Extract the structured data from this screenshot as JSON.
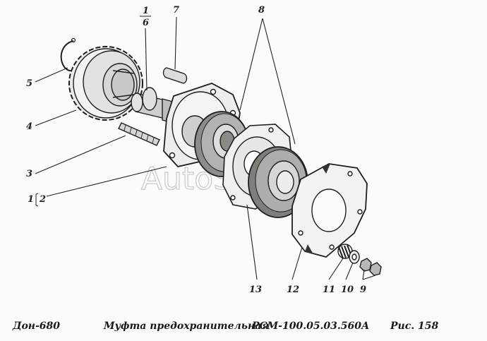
{
  "watermark": "AutoSoft",
  "labels": {
    "l1": "1",
    "l1_sub": "6",
    "l7": "7",
    "l8": "8",
    "l5": "5",
    "l4": "4",
    "l3": "3",
    "l1b": "1",
    "l2": "2",
    "l13": "13",
    "l12": "12",
    "l11": "11",
    "l10": "10",
    "l9": "9"
  },
  "footer": {
    "machine": "Дон-680",
    "title": "Муфта предохранительная",
    "code": "РСМ-100.05.03.560А",
    "fig": "Рис.  158"
  }
}
